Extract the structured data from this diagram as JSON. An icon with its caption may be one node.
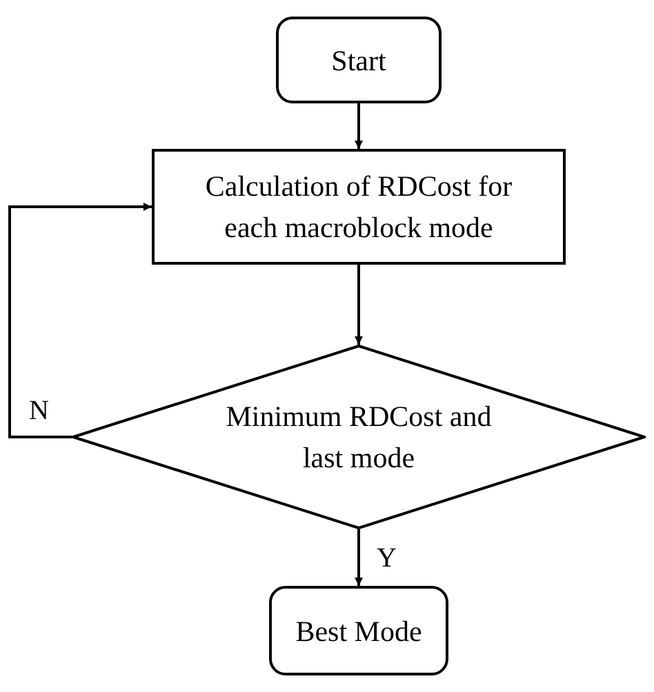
{
  "diagram": {
    "nodes": [
      {
        "text": [
          "Start"
        ]
      },
      {
        "text": [
          "Calculation of RDCost for each macroblock mode"
        ]
      },
      {
        "text": [
          "Minimum RDCost and last mode"
        ]
      },
      {
        "text": [
          "Best Mode"
        ]
      }
    ],
    "edges": [
      {
        "from": 0,
        "to": 1,
        "arrow": "to"
      },
      {
        "from": 1,
        "to": 2,
        "arrow": "to"
      },
      {
        "from": 2,
        "to": 1,
        "arrow": "to",
        "label": "N"
      },
      {
        "from": 2,
        "to": 3,
        "arrow": "to",
        "label": "Y"
      }
    ]
  }
}
